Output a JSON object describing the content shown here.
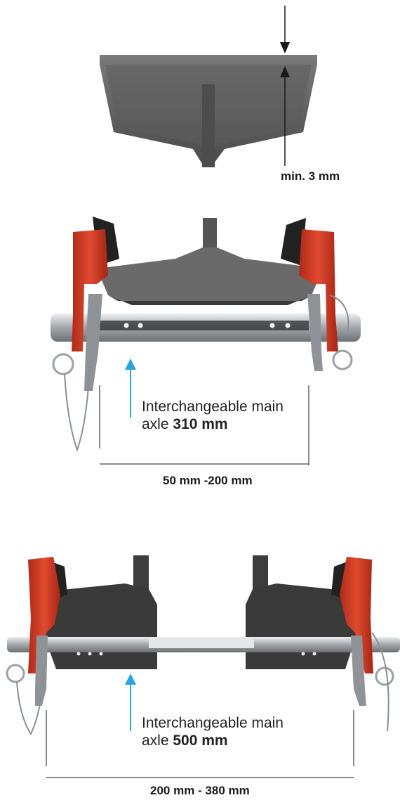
{
  "flange_diagram": {
    "thickness_label": "min. 3 mm"
  },
  "short_axle_diagram": {
    "axle_text": "Interchangeable main",
    "axle_prefix": "axle",
    "axle_length": "310 mm",
    "range_label": "50 mm -200 mm"
  },
  "long_axle_diagram": {
    "axle_text": "Interchangeable main",
    "axle_prefix": "axle",
    "axle_length": "500 mm",
    "range_label": "200 mm - 380 mm"
  },
  "colors": {
    "clamp_red": "#d63a24",
    "beam_gray": "#6e6e6e",
    "beam_dark": "#3e3e3e",
    "steel": "#b8bcc0",
    "callout_arrow": "#29a3dc",
    "dim_line": "#1a1a1a"
  }
}
